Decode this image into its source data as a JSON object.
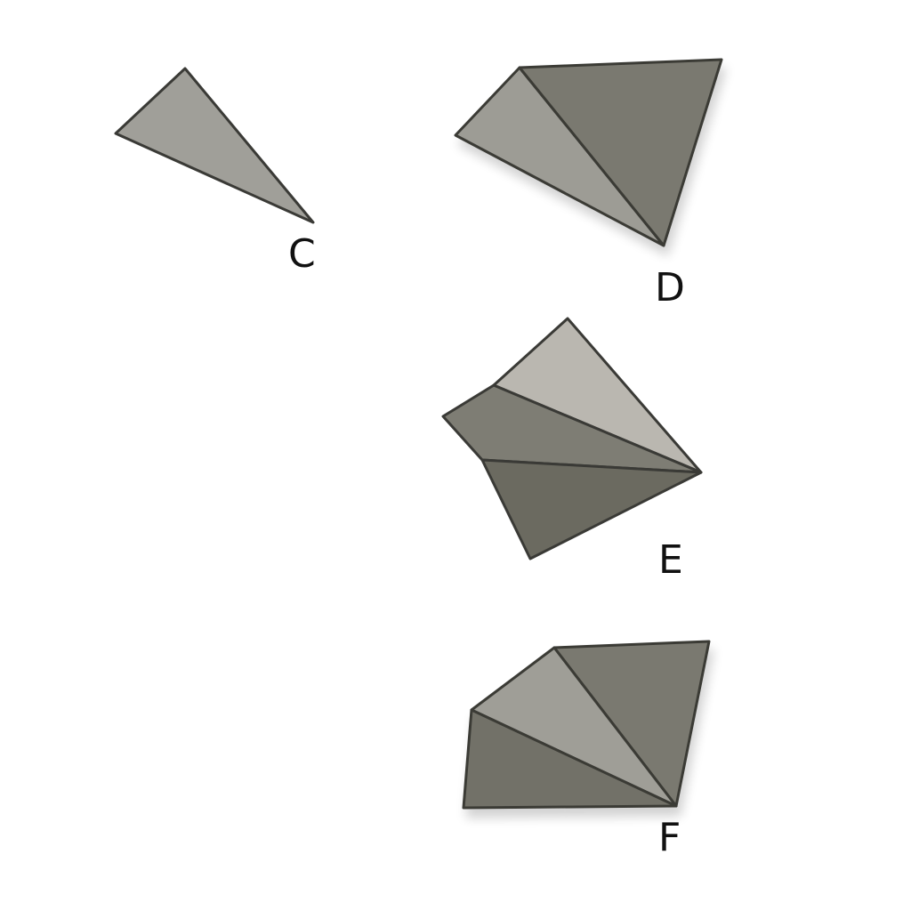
{
  "figures": [
    {
      "id": "C",
      "label": "C"
    },
    {
      "id": "D",
      "label": "D"
    },
    {
      "id": "E",
      "label": "E"
    },
    {
      "id": "F",
      "label": "F"
    }
  ],
  "colors": {
    "background": "#ffffff",
    "light_facet": "#9f9e98",
    "pale_facet": "#bab7b0",
    "mid_facet": "#7d7c72",
    "dark_facet": "#6b6a60",
    "edge": "#3a3a36",
    "label": "#111111"
  }
}
